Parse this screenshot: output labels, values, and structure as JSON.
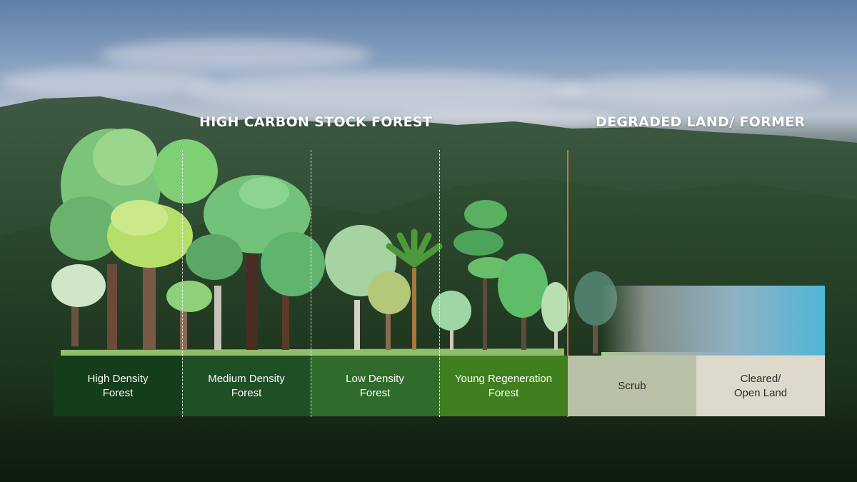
{
  "headings": {
    "forest": "HIGH CARBON STOCK FOREST",
    "degraded": "DEGRADED LAND/ FORMER"
  },
  "categories": [
    {
      "label": "High Density\nForest",
      "color": "#143d1b"
    },
    {
      "label": "Medium Density\nForest",
      "color": "#1f4f25"
    },
    {
      "label": "Low Density\nForest",
      "color": "#2f6b2a"
    },
    {
      "label": "Young Regeneration\nForest",
      "color": "#3f7f1d"
    },
    {
      "label": "Scrub",
      "color": "#b9c1a8"
    },
    {
      "label": "Cleared/\nOpen Land",
      "color": "#ddd9cb"
    }
  ],
  "colors": {
    "boundary": "#c8773c",
    "bare_land_accent": "#4fb6d6"
  }
}
